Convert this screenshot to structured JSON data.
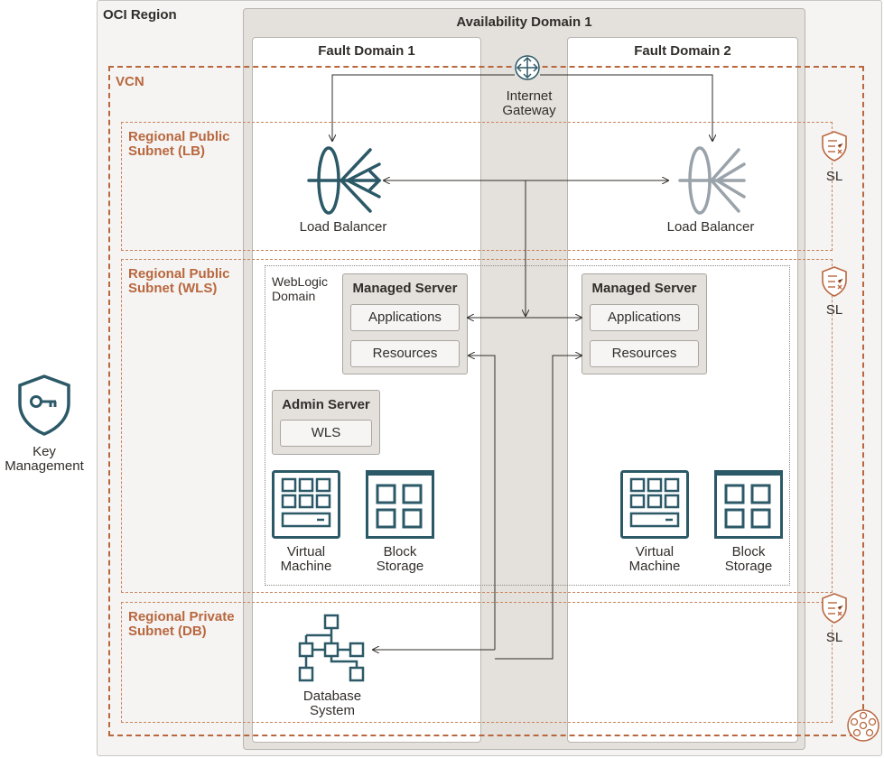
{
  "region": {
    "label": "OCI Region"
  },
  "availability_domain": {
    "label": "Availability Domain 1"
  },
  "fault_domains": [
    {
      "label": "Fault Domain 1"
    },
    {
      "label": "Fault Domain 2"
    }
  ],
  "vcn": {
    "label": "VCN"
  },
  "gateway": {
    "line1": "Internet",
    "line2": "Gateway"
  },
  "subnets": {
    "lb": {
      "line1": "Regional Public",
      "line2": "Subnet (LB)"
    },
    "wls": {
      "line1": "Regional Public",
      "line2": "Subnet (WLS)"
    },
    "db": {
      "line1": "Regional Private",
      "line2": "Subnet (DB)"
    }
  },
  "security_list_label": "SL",
  "load_balancers": [
    {
      "label": "Load Balancer"
    },
    {
      "label": "Load Balancer"
    }
  ],
  "weblogic_domain": {
    "line1": "WebLogic",
    "line2": "Domain"
  },
  "managed_servers": [
    {
      "title": "Managed Server",
      "apps": "Applications",
      "resources": "Resources"
    },
    {
      "title": "Managed Server",
      "apps": "Applications",
      "resources": "Resources"
    }
  ],
  "admin_server": {
    "title": "Admin Server",
    "wls": "WLS"
  },
  "compute": [
    {
      "vm_line1": "Virtual",
      "vm_line2": "Machine",
      "bs_line1": "Block",
      "bs_line2": "Storage"
    },
    {
      "vm_line1": "Virtual",
      "vm_line2": "Machine",
      "bs_line1": "Block",
      "bs_line2": "Storage"
    }
  ],
  "database": {
    "line1": "Database",
    "line2": "System"
  },
  "key_management": {
    "line1": "Key",
    "line2": "Management"
  },
  "colors": {
    "teal": "#2c5967",
    "teal_faded": "#9aa2aa",
    "orange": "#b9673f",
    "line": "#312d2a"
  }
}
